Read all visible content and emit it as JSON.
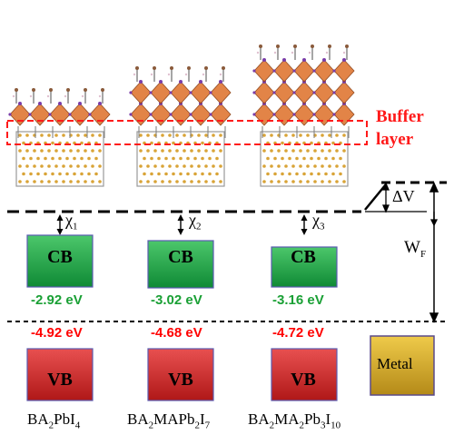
{
  "buffer_label": [
    "Buffer",
    "layer"
  ],
  "structures": [
    {
      "name_parts": [
        "BA",
        "2",
        "PbI",
        "4"
      ],
      "cb_label": "CB",
      "vb_label": "VB",
      "cb_energy": "-2.92 eV",
      "vb_energy": "-4.92 eV",
      "chi_symbol": "χ",
      "chi_sub": "1",
      "octahedral_layers": 1
    },
    {
      "name_parts": [
        "BA",
        "2",
        "MAPb",
        "2",
        "I",
        "7"
      ],
      "cb_label": "CB",
      "vb_label": "VB",
      "cb_energy": "-3.02 eV",
      "vb_energy": "-4.68 eV",
      "chi_symbol": "χ",
      "chi_sub": "2",
      "octahedral_layers": 2
    },
    {
      "name_parts": [
        "BA",
        "2",
        "MA",
        "2",
        "Pb",
        "3",
        "I",
        "10"
      ],
      "cb_label": "CB",
      "vb_label": "VB",
      "cb_energy": "-3.16 eV",
      "vb_energy": "-4.72 eV",
      "chi_symbol": "χ",
      "chi_sub": "3",
      "octahedral_layers": 3
    }
  ],
  "metal_label": "Metal",
  "delta_v_label": "ΔV",
  "wf_label": {
    "main": "W",
    "sub": "F"
  },
  "colors": {
    "buffer": "#ff1a1a",
    "cb_energy": "#1aa035",
    "vb_energy": "#ff0000",
    "octahedron": "#e07a38",
    "cb_box": "#22a84a",
    "vb_box": "#d42a2a",
    "metal_box": "#d6a92a"
  }
}
